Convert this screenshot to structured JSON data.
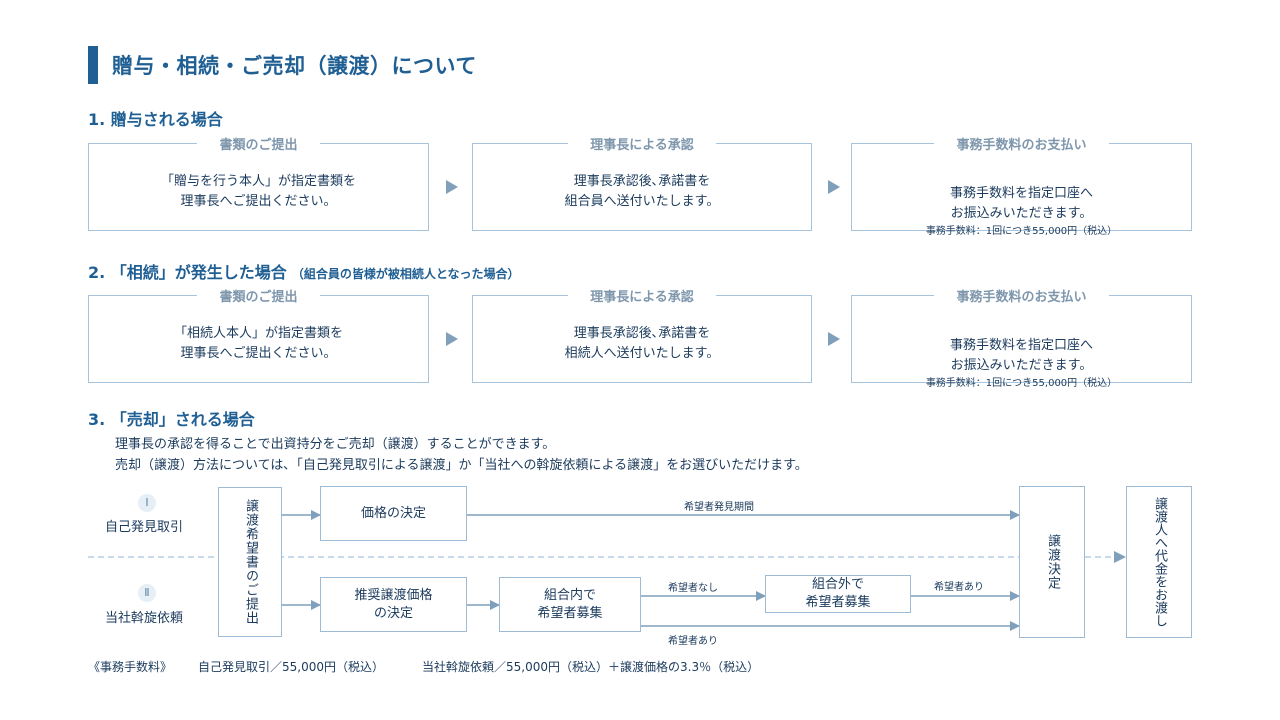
{
  "title": "贈与・相続・ご売却（譲渡）について",
  "sections": [
    {
      "heading": "1. 贈与される場合",
      "note": "",
      "steps": [
        {
          "label": "書類のご提出",
          "body": "「贈与を行う本人」が指定書類を\n理事長へご提出ください。",
          "note": ""
        },
        {
          "label": "理事長による承認",
          "body": "理事長承認後､承諾書を\n組合員へ送付いたします。",
          "note": ""
        },
        {
          "label": "事務手数料のお支払い",
          "body": "事務手数料を指定口座へ\nお振込みいただきます。",
          "note": "事務手数料：1回につき55,000円（税込）"
        }
      ]
    },
    {
      "heading": "2. 「相続」が発生した場合",
      "note": "（組合員の皆様が被相続人となった場合）",
      "steps": [
        {
          "label": "書類のご提出",
          "body": "「相続人本人」が指定書類を\n理事長へご提出ください。",
          "note": ""
        },
        {
          "label": "理事長による承認",
          "body": "理事長承認後､承諾書を\n相続人へ送付いたします。",
          "note": ""
        },
        {
          "label": "事務手数料のお支払い",
          "body": "事務手数料を指定口座へ\nお振込みいただきます。",
          "note": "事務手数料：1回につき55,000円（税込）"
        }
      ]
    }
  ],
  "section3": {
    "heading": "3. 「売却」される場合",
    "desc1": "理事長の承認を得ることで出資持分をご売却（譲渡）することができます。",
    "desc2": "売却（譲渡）方法については､「自己発見取引による譲渡」か「当社への斡旋依頼による譲渡」をお選びいただけます。"
  },
  "flow": {
    "route1_num": "Ⅰ",
    "route1_label": "自己発見取引",
    "route2_num": "Ⅱ",
    "route2_label": "当社斡旋依頼",
    "submit_box": "譲渡希望書のご提出",
    "price_decision": "価格の決定",
    "recommended_price": "推奨譲渡価格\nの決定",
    "internal_search": "組合内で\n希望者募集",
    "external_search": "組合外で\n希望者募集",
    "transfer_decision": "譲渡決定",
    "payment": "譲渡人へ代金をお渡し",
    "label_period": "希望者発見期間",
    "label_none": "希望者なし",
    "label_yes_top": "希望者あり",
    "label_yes_bottom": "希望者あり"
  },
  "footer": {
    "label": "《事務手数料》",
    "fee1": "自己発見取引／55,000円（税込）",
    "fee2": "当社斡旋依頼／55,000円（税込）＋譲渡価格の3.3％（税込）"
  }
}
